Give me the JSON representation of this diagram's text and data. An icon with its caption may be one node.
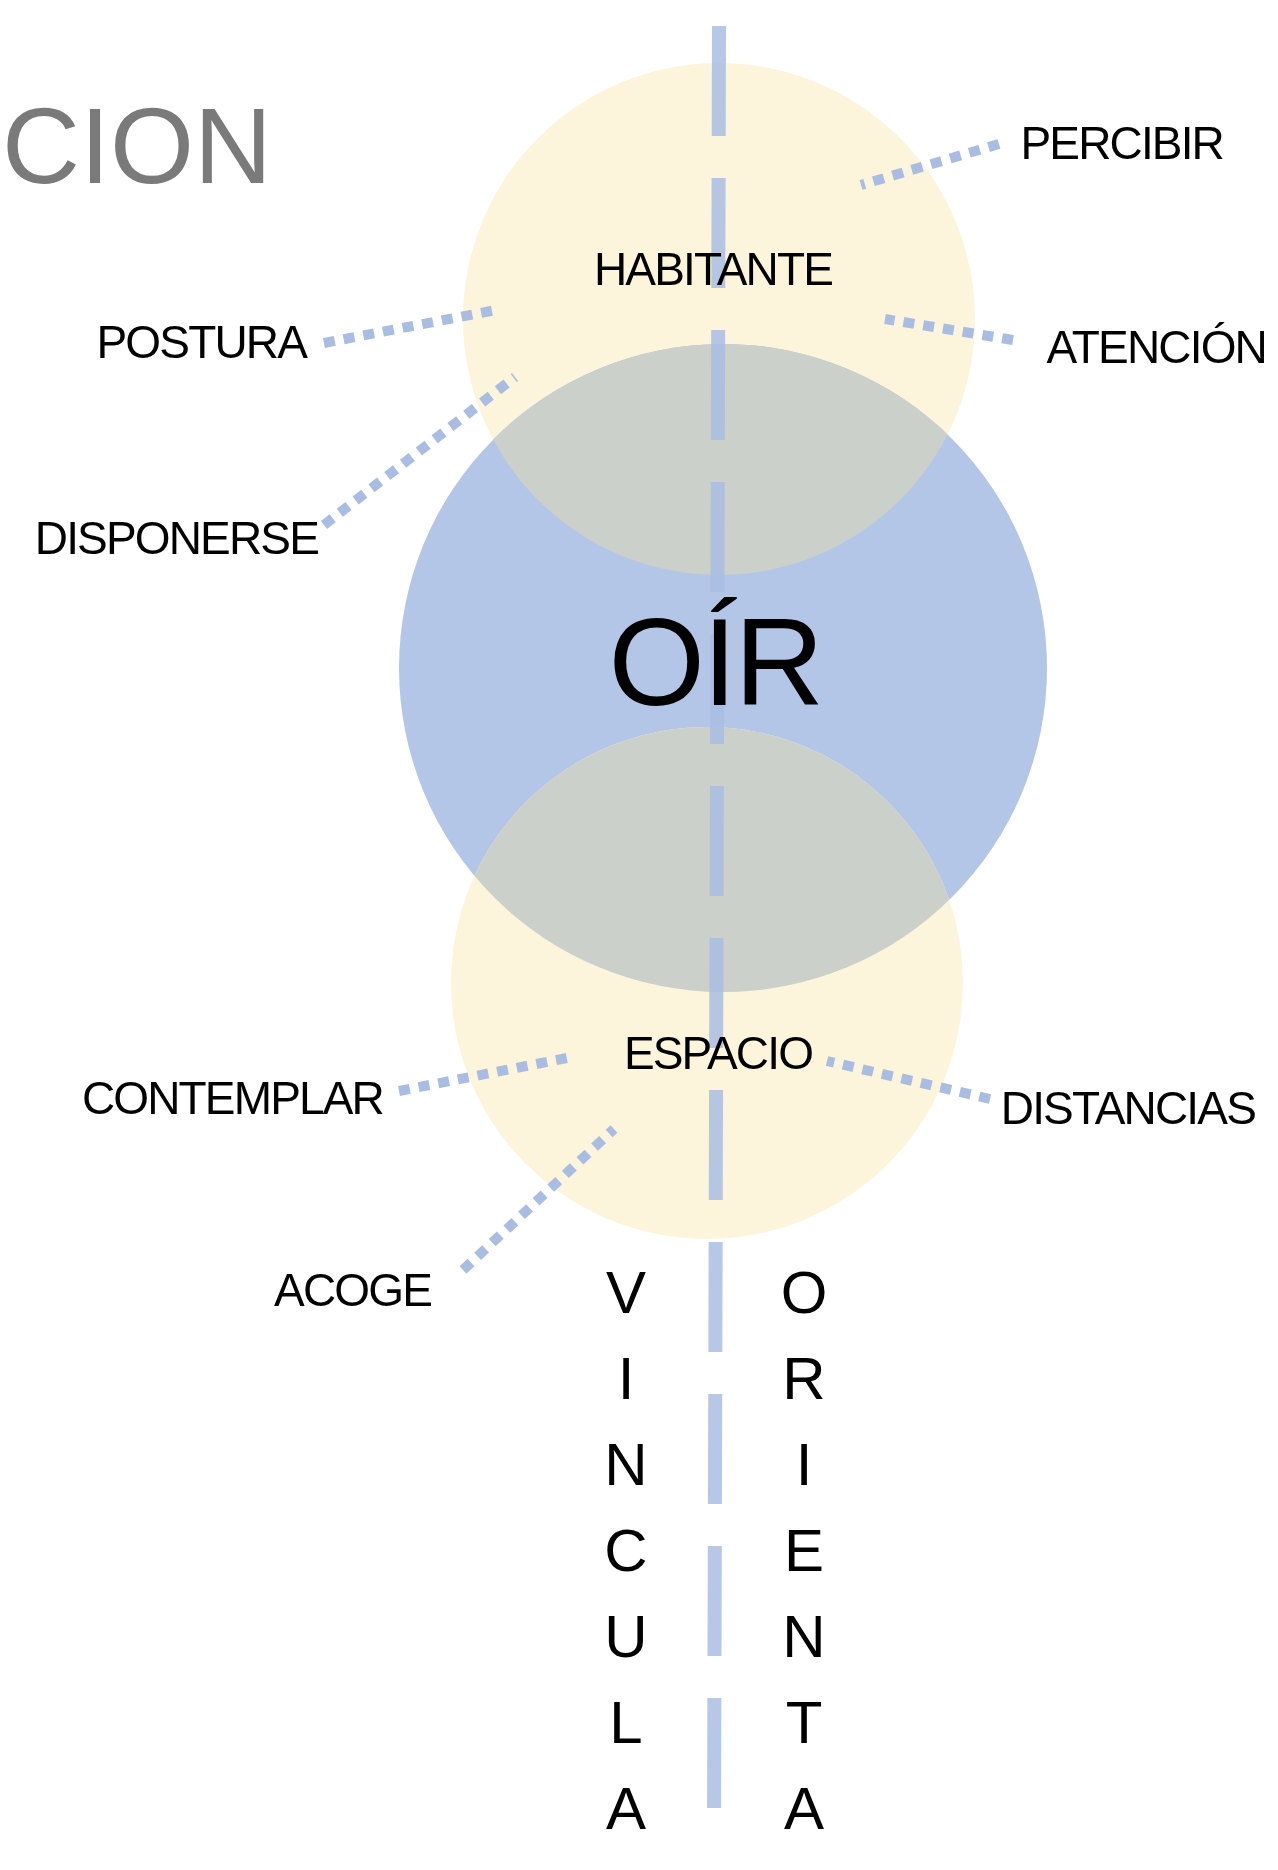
{
  "diagram": {
    "title": "CION",
    "nodes": [
      {
        "text": [
          "HABITANTE"
        ]
      },
      {
        "text": [
          "OÍR"
        ]
      },
      {
        "text": [
          "ESPACIO"
        ]
      },
      {
        "text": [
          "PERCIBIR"
        ]
      },
      {
        "text": [
          "POSTURA"
        ]
      },
      {
        "text": [
          "ATENCIÓN"
        ]
      },
      {
        "text": [
          "DISPONERSE"
        ]
      },
      {
        "text": [
          "CONTEMPLAR"
        ]
      },
      {
        "text": [
          "DISTANCIAS"
        ]
      },
      {
        "text": [
          "ACOGE"
        ]
      }
    ],
    "edges": [
      {
        "from": 3,
        "to": 0,
        "arrow": "none"
      },
      {
        "from": 4,
        "to": 0,
        "arrow": "none"
      },
      {
        "from": 5,
        "to": 0,
        "arrow": "none"
      },
      {
        "from": 6,
        "to": 0,
        "arrow": "none"
      },
      {
        "from": 7,
        "to": 2,
        "arrow": "none"
      },
      {
        "from": 8,
        "to": 2,
        "arrow": "none"
      },
      {
        "from": 9,
        "to": 2,
        "arrow": "none"
      }
    ],
    "labels": [
      "VINCULA",
      "ORIENTA"
    ]
  }
}
